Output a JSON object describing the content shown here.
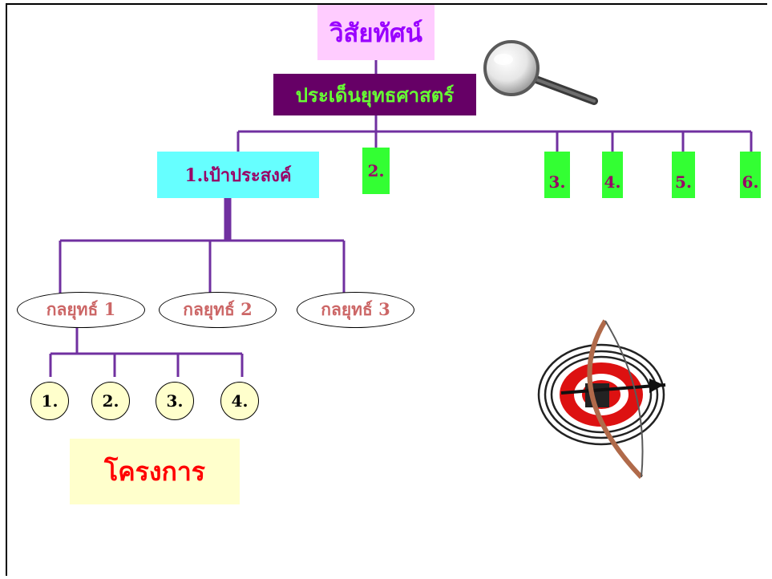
{
  "diagram": {
    "vision": "วิสัยทัศน์",
    "strategic_issue": "ประเด็นยุทธศาสตร์",
    "goals": [
      "1.เป้าประสงค์",
      "2.",
      "3.",
      "4.",
      "5.",
      "6."
    ],
    "strategies": [
      "กลยุทธ์ 1",
      "กลยุทธ์ 2",
      "กลยุทธ์ 3"
    ],
    "items": [
      "1.",
      "2.",
      "3.",
      "4."
    ],
    "project": "โครงการ"
  },
  "colors": {
    "connector": "#7030a0",
    "vision_bg": "#ffccff",
    "vision_text": "#9900ff",
    "issue_bg": "#660066",
    "issue_text": "#66ff33",
    "goal1_bg": "#66ffff",
    "goal_bg": "#33ff33",
    "goal_text": "#990066",
    "strategy_text": "#cc6666",
    "item_bg": "#ffffcc",
    "project_text": "#ff0000"
  },
  "icons": [
    "magnifying-glass-icon",
    "target-with-bow-icon"
  ]
}
